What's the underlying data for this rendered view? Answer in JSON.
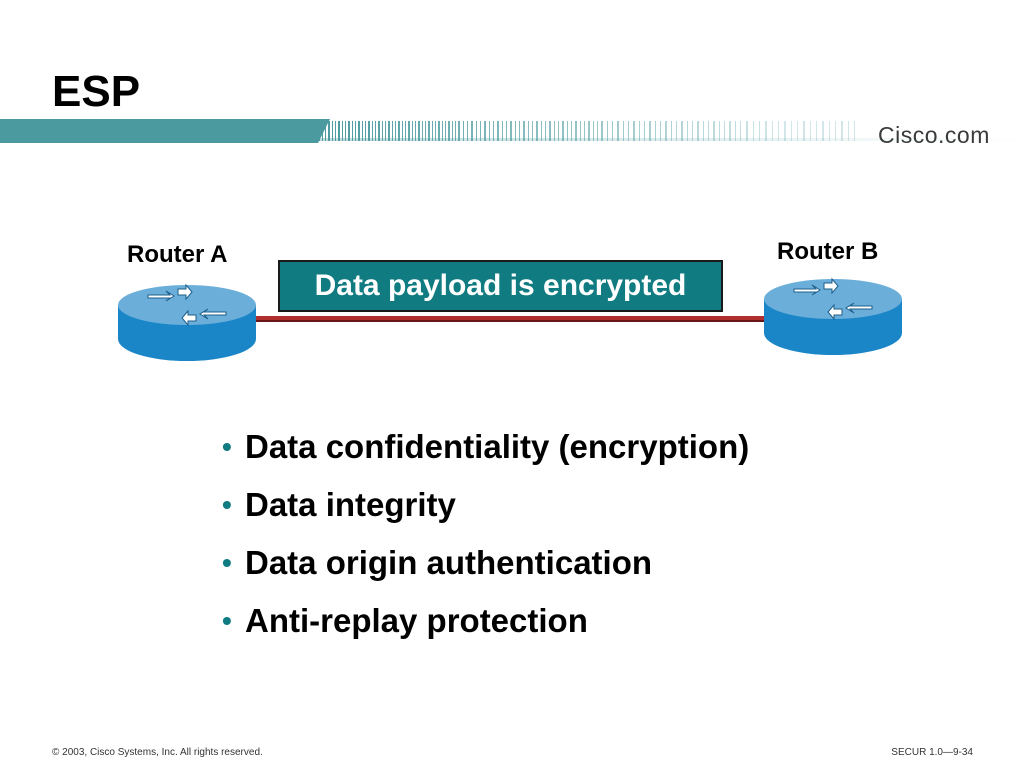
{
  "title": "ESP",
  "brand": "Cisco.com",
  "colors": {
    "accent": "#107b80",
    "header_bar": "#4a9a9f",
    "link": "#b03030",
    "router_top": "#6aaed9",
    "router_side": "#1a86c8"
  },
  "diagram": {
    "router_a": {
      "label": "Router A",
      "icon": "router-icon"
    },
    "router_b": {
      "label": "Router B",
      "icon": "router-icon"
    },
    "payload_label": "Data payload is encrypted"
  },
  "bullets": [
    "Data confidentiality (encryption)",
    "Data integrity",
    "Data origin authentication",
    "Anti-replay protection"
  ],
  "bullet_glyph": "•",
  "footer": {
    "copyright": "© 2003, Cisco Systems, Inc. All rights reserved.",
    "slide_id": "SECUR 1.0—9-34"
  }
}
